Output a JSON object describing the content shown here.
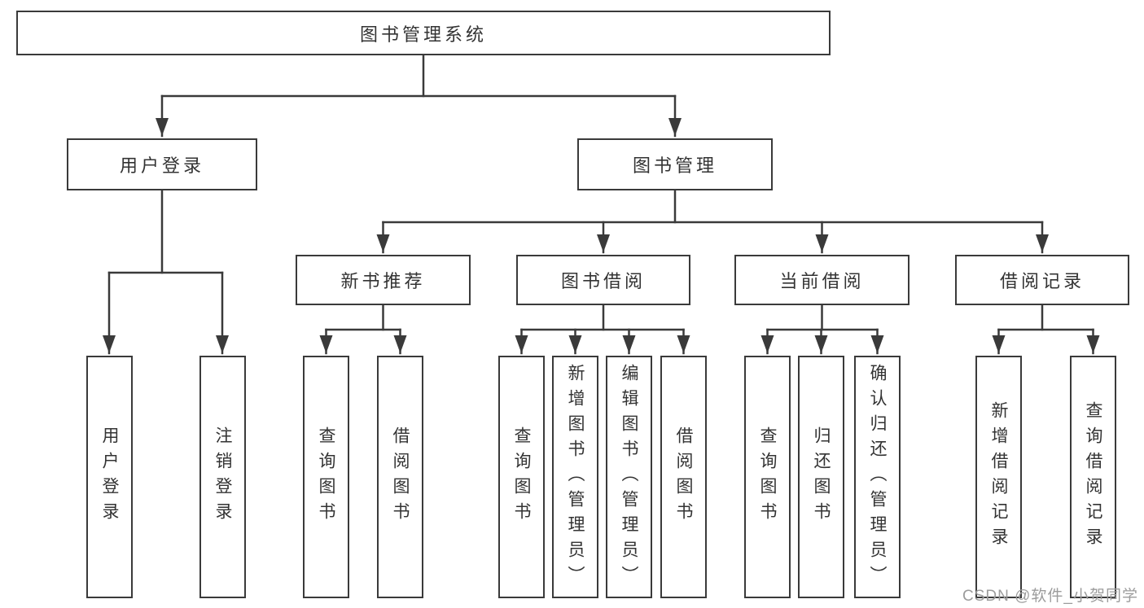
{
  "diagram": {
    "title": "图书管理系统",
    "branches": [
      {
        "label": "用户登录",
        "children": [
          {
            "label": "用户登录"
          },
          {
            "label": "注销登录"
          }
        ]
      },
      {
        "label": "图书管理",
        "children": [
          {
            "label": "新书推荐",
            "children": [
              {
                "label": "查询图书"
              },
              {
                "label": "借阅图书"
              }
            ]
          },
          {
            "label": "图书借阅",
            "children": [
              {
                "label": "查询图书"
              },
              {
                "label": "新增图书（管理员）"
              },
              {
                "label": "编辑图书（管理员）"
              },
              {
                "label": "借阅图书"
              }
            ]
          },
          {
            "label": "当前借阅",
            "children": [
              {
                "label": "查询图书"
              },
              {
                "label": "归还图书"
              },
              {
                "label": "确认归还（管理员）"
              }
            ]
          },
          {
            "label": "借阅记录",
            "children": [
              {
                "label": "新增借阅记录"
              },
              {
                "label": "查询借阅记录"
              }
            ]
          }
        ]
      }
    ]
  },
  "watermark": {
    "text": "CSDN @软件_小贺同学"
  },
  "colors": {
    "line": "#3a3a3a",
    "text": "#333333",
    "watermark": "#9c9c9c"
  }
}
